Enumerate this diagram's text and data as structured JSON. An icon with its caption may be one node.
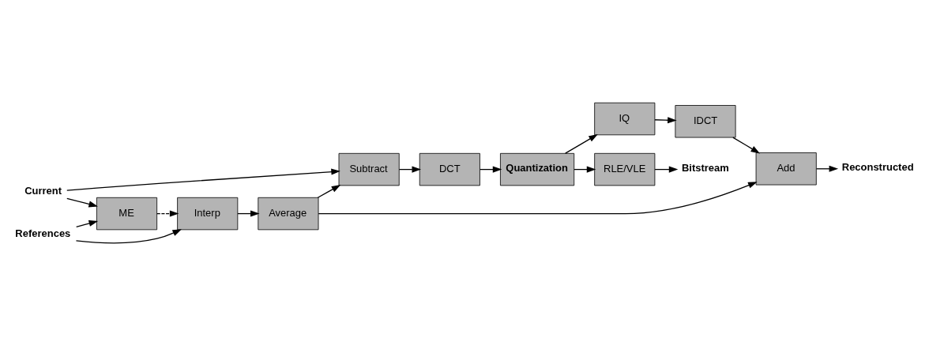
{
  "diagram": {
    "nodes": [
      {
        "text": [
          "ME"
        ]
      },
      {
        "text": [
          "Subtract"
        ]
      },
      {
        "text": [
          "DCT"
        ]
      },
      {
        "text": [
          "Quantization"
        ]
      },
      {
        "text": [
          "RLE/VLE"
        ]
      },
      {
        "text": [
          "Current"
        ]
      },
      {
        "text": [
          "Bitstream"
        ]
      },
      {
        "text": [
          "Interp"
        ]
      },
      {
        "text": [
          "Average"
        ]
      },
      {
        "text": [
          "References"
        ]
      },
      {
        "text": [
          "Add"
        ]
      },
      {
        "text": [
          "IDCT"
        ]
      },
      {
        "text": [
          "IQ"
        ]
      },
      {
        "text": [
          "Reconstructed"
        ]
      }
    ],
    "edges": [
      {
        "from": 5,
        "to": 1,
        "arrow": "to"
      },
      {
        "from": 5,
        "to": 0,
        "arrow": "to"
      },
      {
        "from": 9,
        "to": 7,
        "arrow": "to"
      },
      {
        "from": 9,
        "to": 0,
        "arrow": "to"
      },
      {
        "from": 0,
        "to": 7,
        "arrow": "to",
        "style": "dashed"
      },
      {
        "from": 7,
        "to": 8,
        "arrow": "to"
      },
      {
        "from": 8,
        "to": 1,
        "arrow": "to"
      },
      {
        "from": 8,
        "to": 10,
        "arrow": "to"
      },
      {
        "from": 1,
        "to": 2,
        "arrow": "to"
      },
      {
        "from": 2,
        "to": 3,
        "arrow": "to"
      },
      {
        "from": 3,
        "to": 4,
        "arrow": "to"
      },
      {
        "from": 4,
        "to": 6,
        "arrow": "to"
      },
      {
        "from": 3,
        "to": 12,
        "arrow": "to"
      },
      {
        "from": 12,
        "to": 11,
        "arrow": "to"
      },
      {
        "from": 11,
        "to": 10,
        "arrow": "to"
      },
      {
        "from": 10,
        "to": 13,
        "arrow": "to"
      }
    ]
  }
}
